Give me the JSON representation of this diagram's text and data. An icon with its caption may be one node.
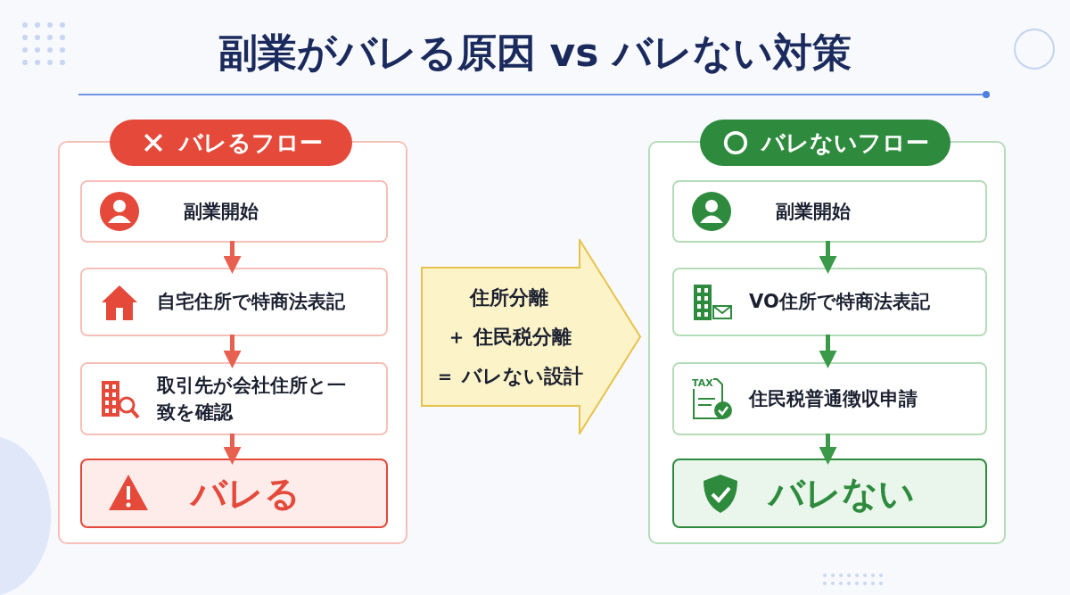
{
  "diagram": {
    "title": "副業がバレる原因 vs バレない対策",
    "nodes": [
      {
        "text": [
          "バレるフロー"
        ]
      },
      {
        "text": [
          "副業開始"
        ],
        "in": 0
      },
      {
        "text": [
          "自宅住所で特商法表記"
        ],
        "in": 0
      },
      {
        "text": [
          "取引先が会社住所と一致を確認"
        ],
        "in": 0
      },
      {
        "text": [
          "バレる"
        ],
        "in": 0
      },
      {
        "text": [
          "住所分離",
          "＋ 住民税分離",
          "＝ バレない設計"
        ]
      },
      {
        "text": [
          "バレないフロー"
        ]
      },
      {
        "text": [
          "副業開始"
        ],
        "in": 6
      },
      {
        "text": [
          "VO住所で特商法表記"
        ],
        "in": 6
      },
      {
        "text": [
          "住民税普通徴収申請"
        ],
        "in": 6
      },
      {
        "text": [
          "バレない"
        ],
        "in": 6
      }
    ],
    "edges": [
      {
        "from": 1,
        "to": 2,
        "arrow": "to",
        "color": "#e8604f"
      },
      {
        "from": 2,
        "to": 3,
        "arrow": "to",
        "color": "#e8604f"
      },
      {
        "from": 3,
        "to": 4,
        "arrow": "to",
        "color": "#e8604f"
      },
      {
        "from": 7,
        "to": 8,
        "arrow": "to",
        "color": "#3a9a4a"
      },
      {
        "from": 8,
        "to": 9,
        "arrow": "to",
        "color": "#3a9a4a"
      },
      {
        "from": 9,
        "to": 10,
        "arrow": "to",
        "color": "#3a9a4a"
      }
    ],
    "labels": [
      "TAX"
    ]
  }
}
